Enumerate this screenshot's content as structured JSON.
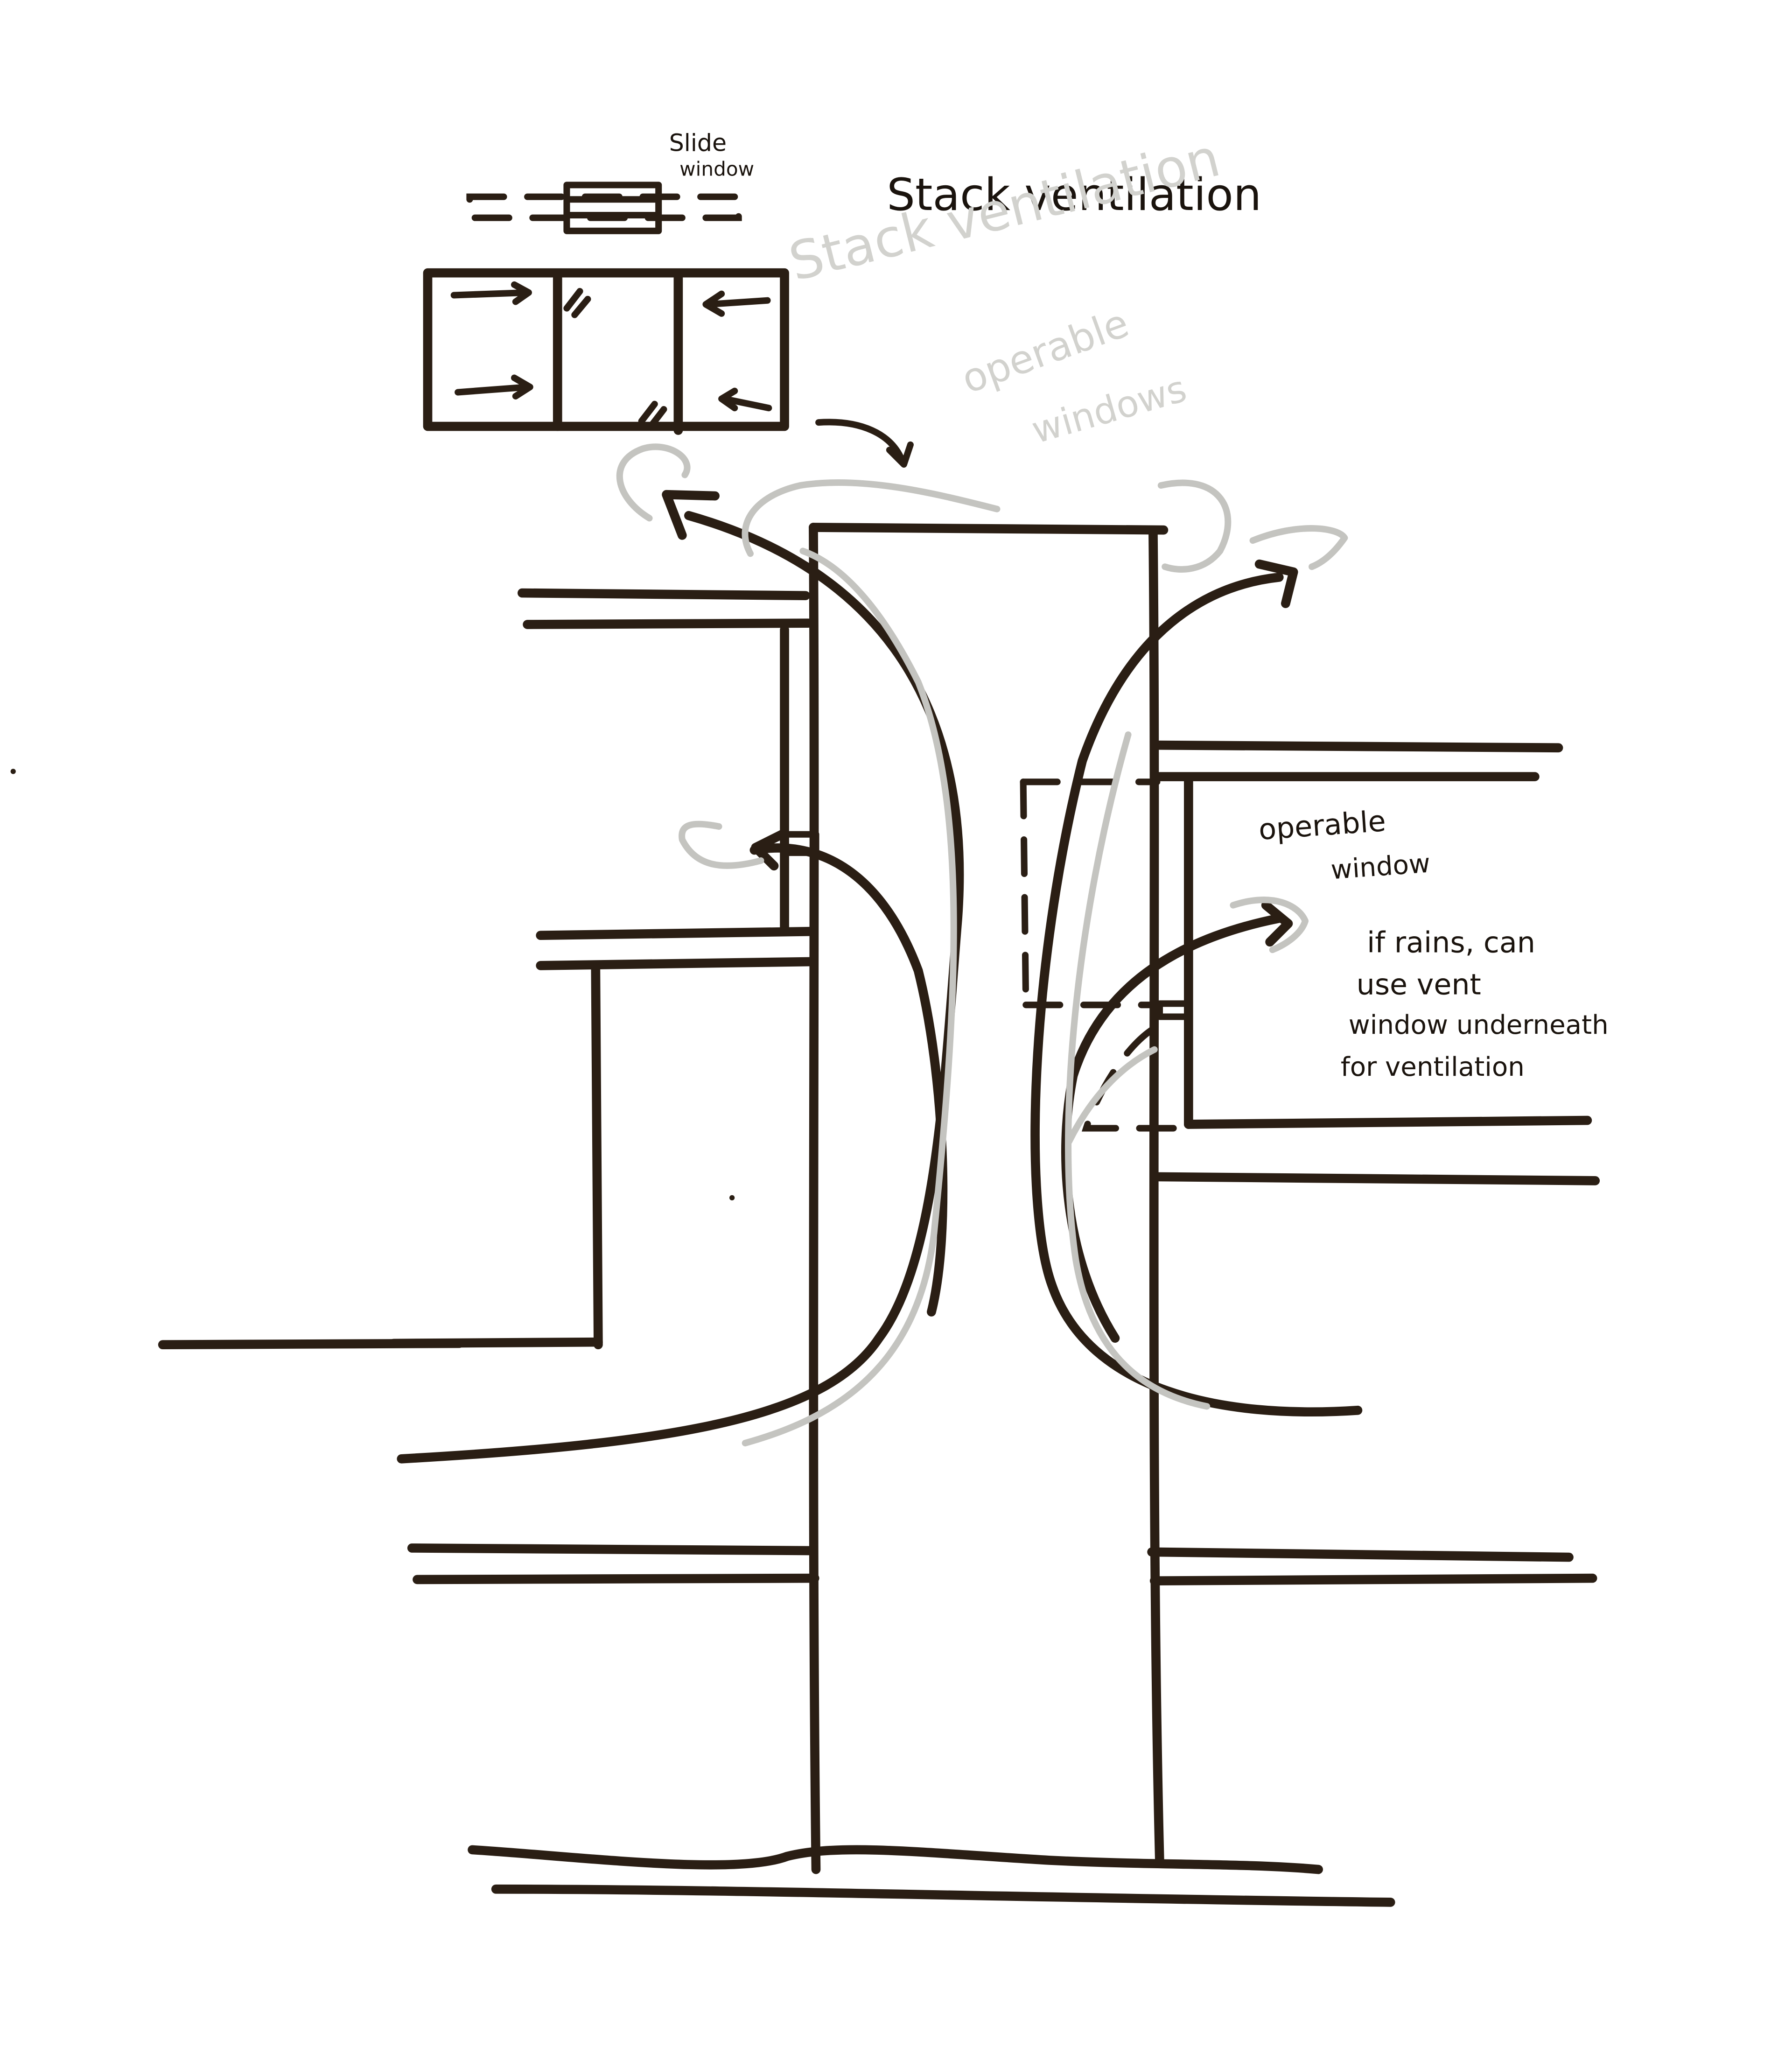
{
  "diagram": {
    "title": "Stack ventilation",
    "ghost_title": "Stack ventilation",
    "labels": {
      "slide_window_line1": "Slide",
      "slide_window_line2": "window",
      "ghost_operable_line1": "operable",
      "ghost_operable_line2": "windows",
      "operable_window_line1": "operable",
      "operable_window_line2": "window",
      "note_line1": "if rains, can",
      "note_line2": "use vent",
      "note_line3": "window underneath",
      "note_line4": "for ventilation"
    },
    "colors": {
      "ink": "#2a1e14",
      "pencil": "#c4c4c0",
      "paper": "#ffffff"
    }
  }
}
